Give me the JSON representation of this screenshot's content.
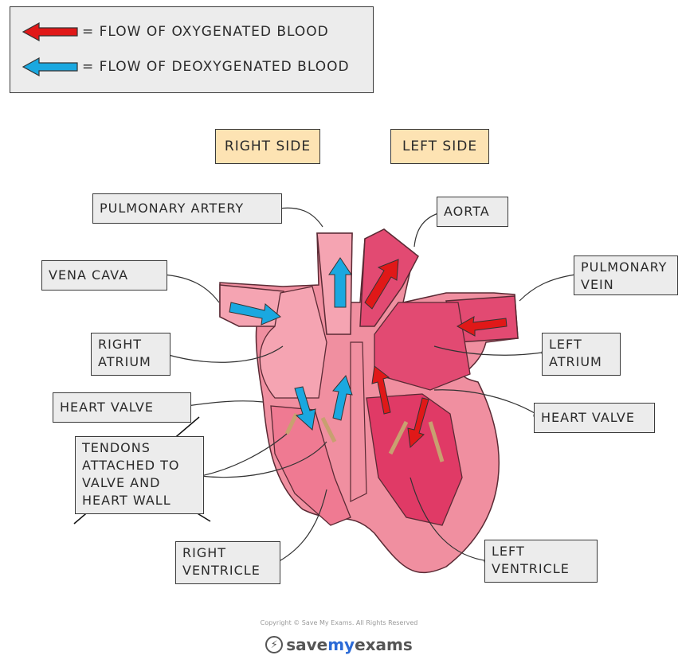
{
  "legend": {
    "oxygenated": "= FLOW  OF  OXYGENATED   BLOOD",
    "deoxygenated": "= FLOW  OF  DEOXYGENATED   BLOOD"
  },
  "sides": {
    "right": "RIGHT  SIDE",
    "left": "LEFT  SIDE"
  },
  "labels": {
    "pulmonary_artery": "PULMONARY  ARTERY",
    "aorta": "AORTA",
    "vena_cava": "VENA  CAVA",
    "pulmonary_vein": "PULMONARY\nVEIN",
    "right_atrium": "RIGHT\nATRIUM",
    "left_atrium": "LEFT\nATRIUM",
    "heart_valve_right": "HEART  VALVE",
    "heart_valve_left": "HEART  VALVE",
    "tendons": "TENDONS\nATTACHED  TO\nVALVE  AND\nHEART  WALL",
    "right_ventricle": "RIGHT\nVENTRICLE",
    "left_ventricle": "LEFT\nVENTRICLE"
  },
  "footer": {
    "copyright": "Copyright © Save My Exams. All Rights Reserved",
    "logo_save": "save",
    "logo_my": "my",
    "logo_exams": "exams"
  },
  "colors": {
    "oxygenated": "#e01818",
    "deoxygenated": "#1aa8e0",
    "heart_outer": "#f08fa0",
    "heart_inner": "#e8406a",
    "tendon": "#c8a070"
  }
}
